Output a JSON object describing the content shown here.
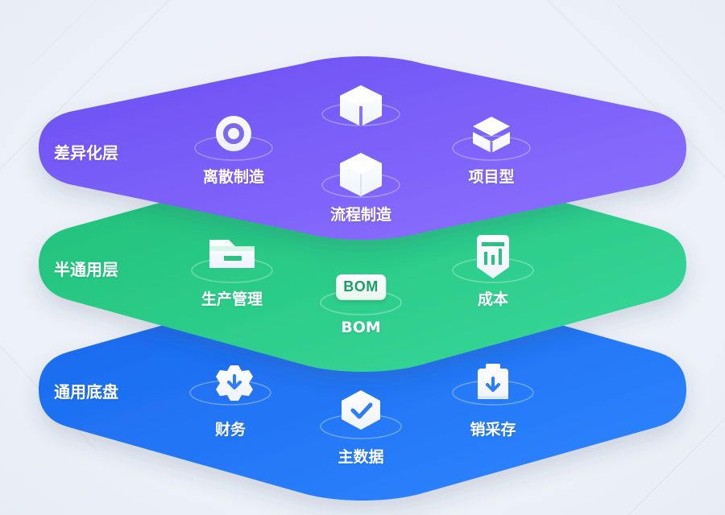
{
  "layers": [
    {
      "title": "差异化层",
      "color_start": "#6b4ff2",
      "color_end": "#8d72ff",
      "items": [
        {
          "label": "离散制造",
          "icon": "target-icon"
        },
        {
          "label": "",
          "icon": "box-icon"
        },
        {
          "label": "流程制造",
          "icon": "cube-icon"
        },
        {
          "label": "项目型",
          "icon": "layers-icon"
        }
      ]
    },
    {
      "title": "半通用层",
      "color_start": "#1fbf78",
      "color_end": "#38d89a",
      "items": [
        {
          "label": "生产管理",
          "icon": "folder-icon"
        },
        {
          "label": "BOM",
          "icon": "bom-badge-icon",
          "badge_text": "BOM"
        },
        {
          "label": "成本",
          "icon": "bar-chart-icon"
        }
      ]
    },
    {
      "title": "通用底盘",
      "color_start": "#1766ec",
      "color_end": "#2f86ff",
      "items": [
        {
          "label": "财务",
          "icon": "gear-download-icon"
        },
        {
          "label": "主数据",
          "icon": "shield-check-icon"
        },
        {
          "label": "销采存",
          "icon": "briefcase-download-icon"
        }
      ]
    }
  ],
  "colors": {
    "background": "#eef2f8",
    "text": "#ffffff",
    "bom_text": "#1c9f69"
  }
}
